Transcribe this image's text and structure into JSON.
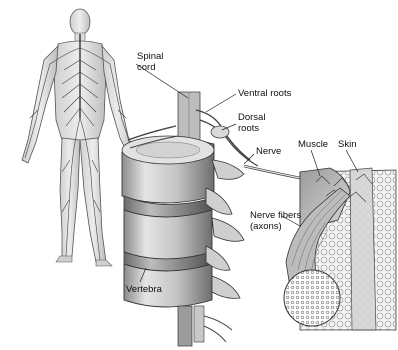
{
  "labels": {
    "spinal_cord_line1": "Spinal",
    "spinal_cord_line2": "cord",
    "ventral_roots": "Ventral roots",
    "dorsal_roots_line1": "Dorsal",
    "dorsal_roots_line2": "roots",
    "nerve": "Nerve",
    "muscle": "Muscle",
    "skin": "Skin",
    "nerve_fibers_line1": "Nerve fibers",
    "nerve_fibers_line2": "(axons)",
    "vertebra": "Vertebra"
  }
}
